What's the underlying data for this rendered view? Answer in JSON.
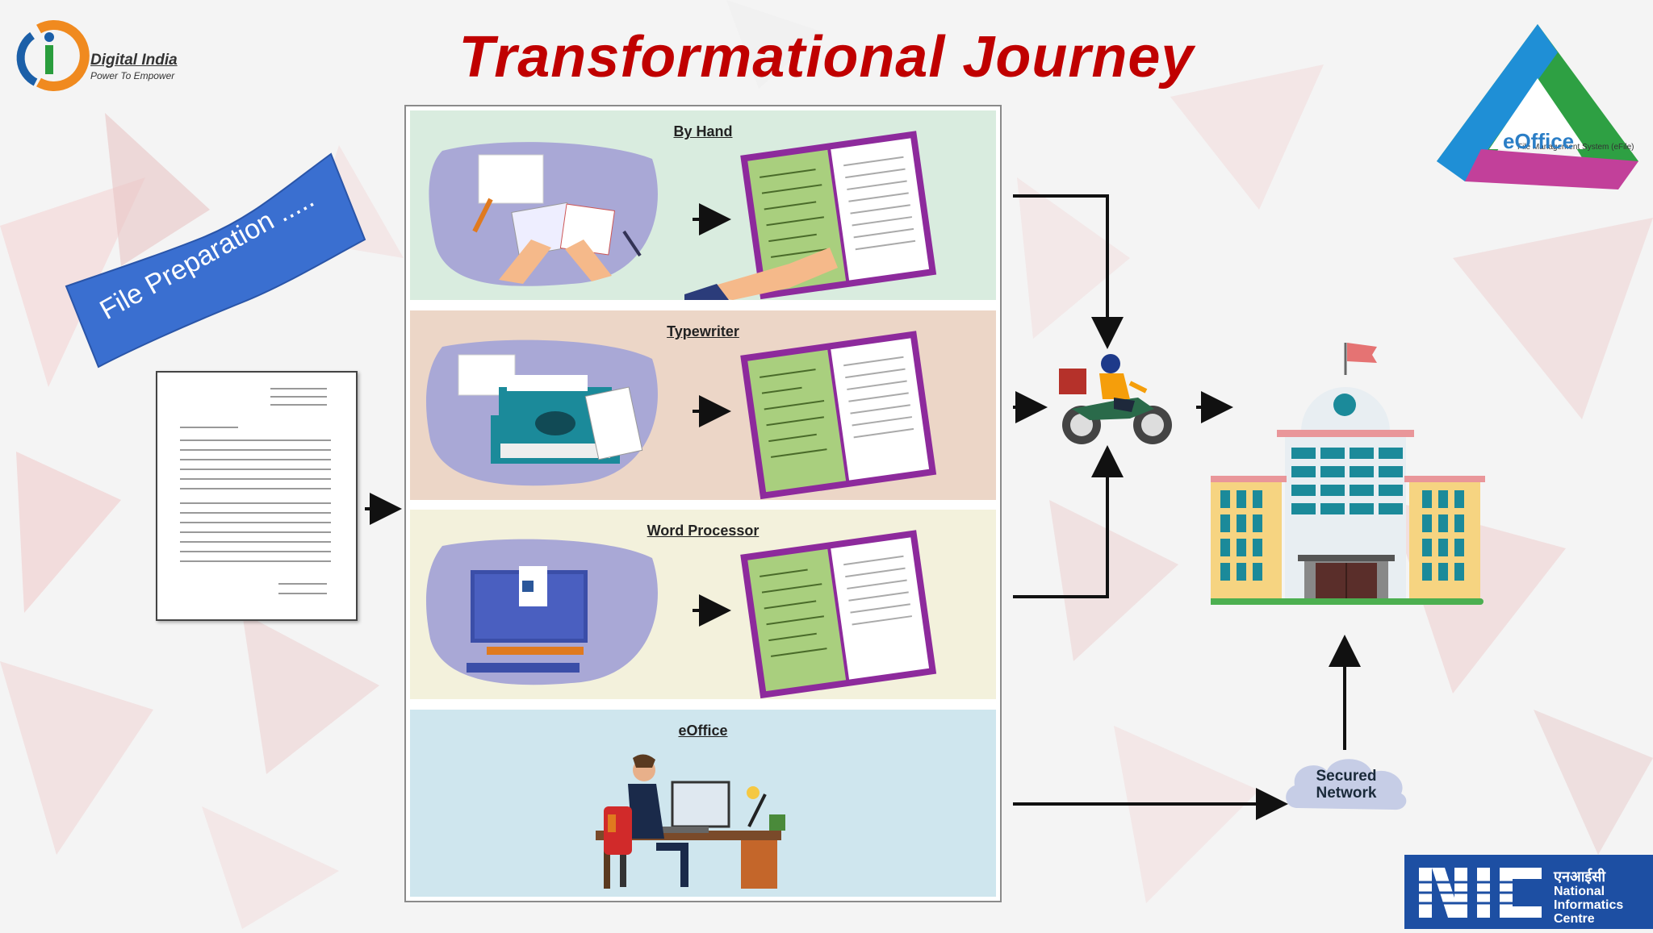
{
  "slide": {
    "title": "Transformational Journey",
    "banner": "File Preparation ....."
  },
  "branding": {
    "digital_india_name": "Digital India",
    "digital_india_tagline": "Power To Empower",
    "eoffice_logo_text": "eOffice",
    "nic_hindi": "एनआईसी",
    "nic_name_line1": "National",
    "nic_name_line2": "Informatics",
    "nic_name_line3": "Centre"
  },
  "stages": [
    {
      "label": "By Hand",
      "bg": "#d9ecdf"
    },
    {
      "label": "Typewriter",
      "bg": "#ecd6c7"
    },
    {
      "label": "Word Processor",
      "bg": "#f3f1dc"
    },
    {
      "label": "eOffice",
      "bg": "#cfe6ee"
    }
  ],
  "network": {
    "line1": "Secured",
    "line2": "Network"
  },
  "colors": {
    "title": "#c00000",
    "banner": "#3a6fd0",
    "building_teal": "#1b8a9a",
    "nic_blue": "#1d4fa3",
    "folder_green": "#a9cf7e",
    "folder_purple": "#8d2a9c"
  }
}
